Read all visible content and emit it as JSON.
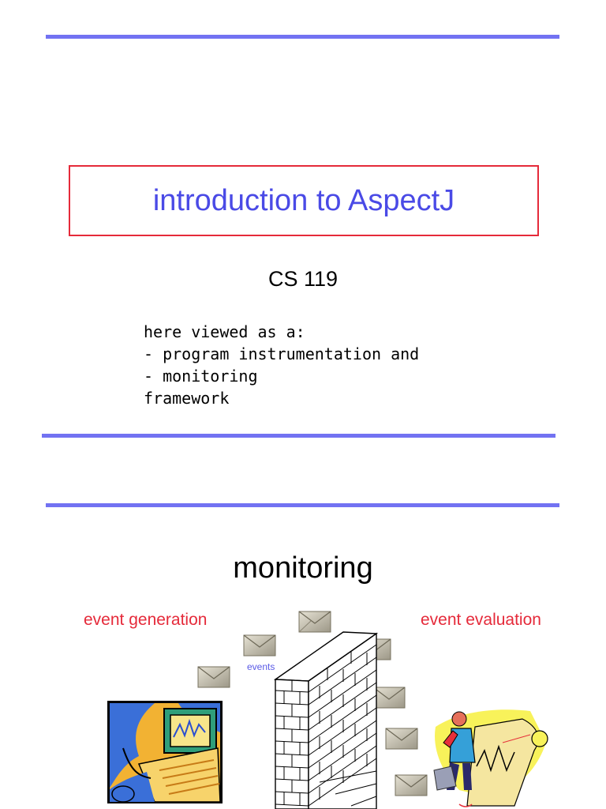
{
  "slide1": {
    "title": "introduction to AspectJ",
    "course": "CS 119",
    "description_lines": [
      "here viewed as a:",
      "- program instrumentation and",
      "- monitoring",
      "framework"
    ]
  },
  "slide2": {
    "title": "monitoring",
    "left_label": "event generation",
    "right_label": "event evaluation",
    "events_label": "events"
  },
  "colors": {
    "rule": "#7272f2",
    "title_text": "#4a4ae6",
    "box_border": "#e52a3a",
    "red_label": "#e52a3a"
  }
}
